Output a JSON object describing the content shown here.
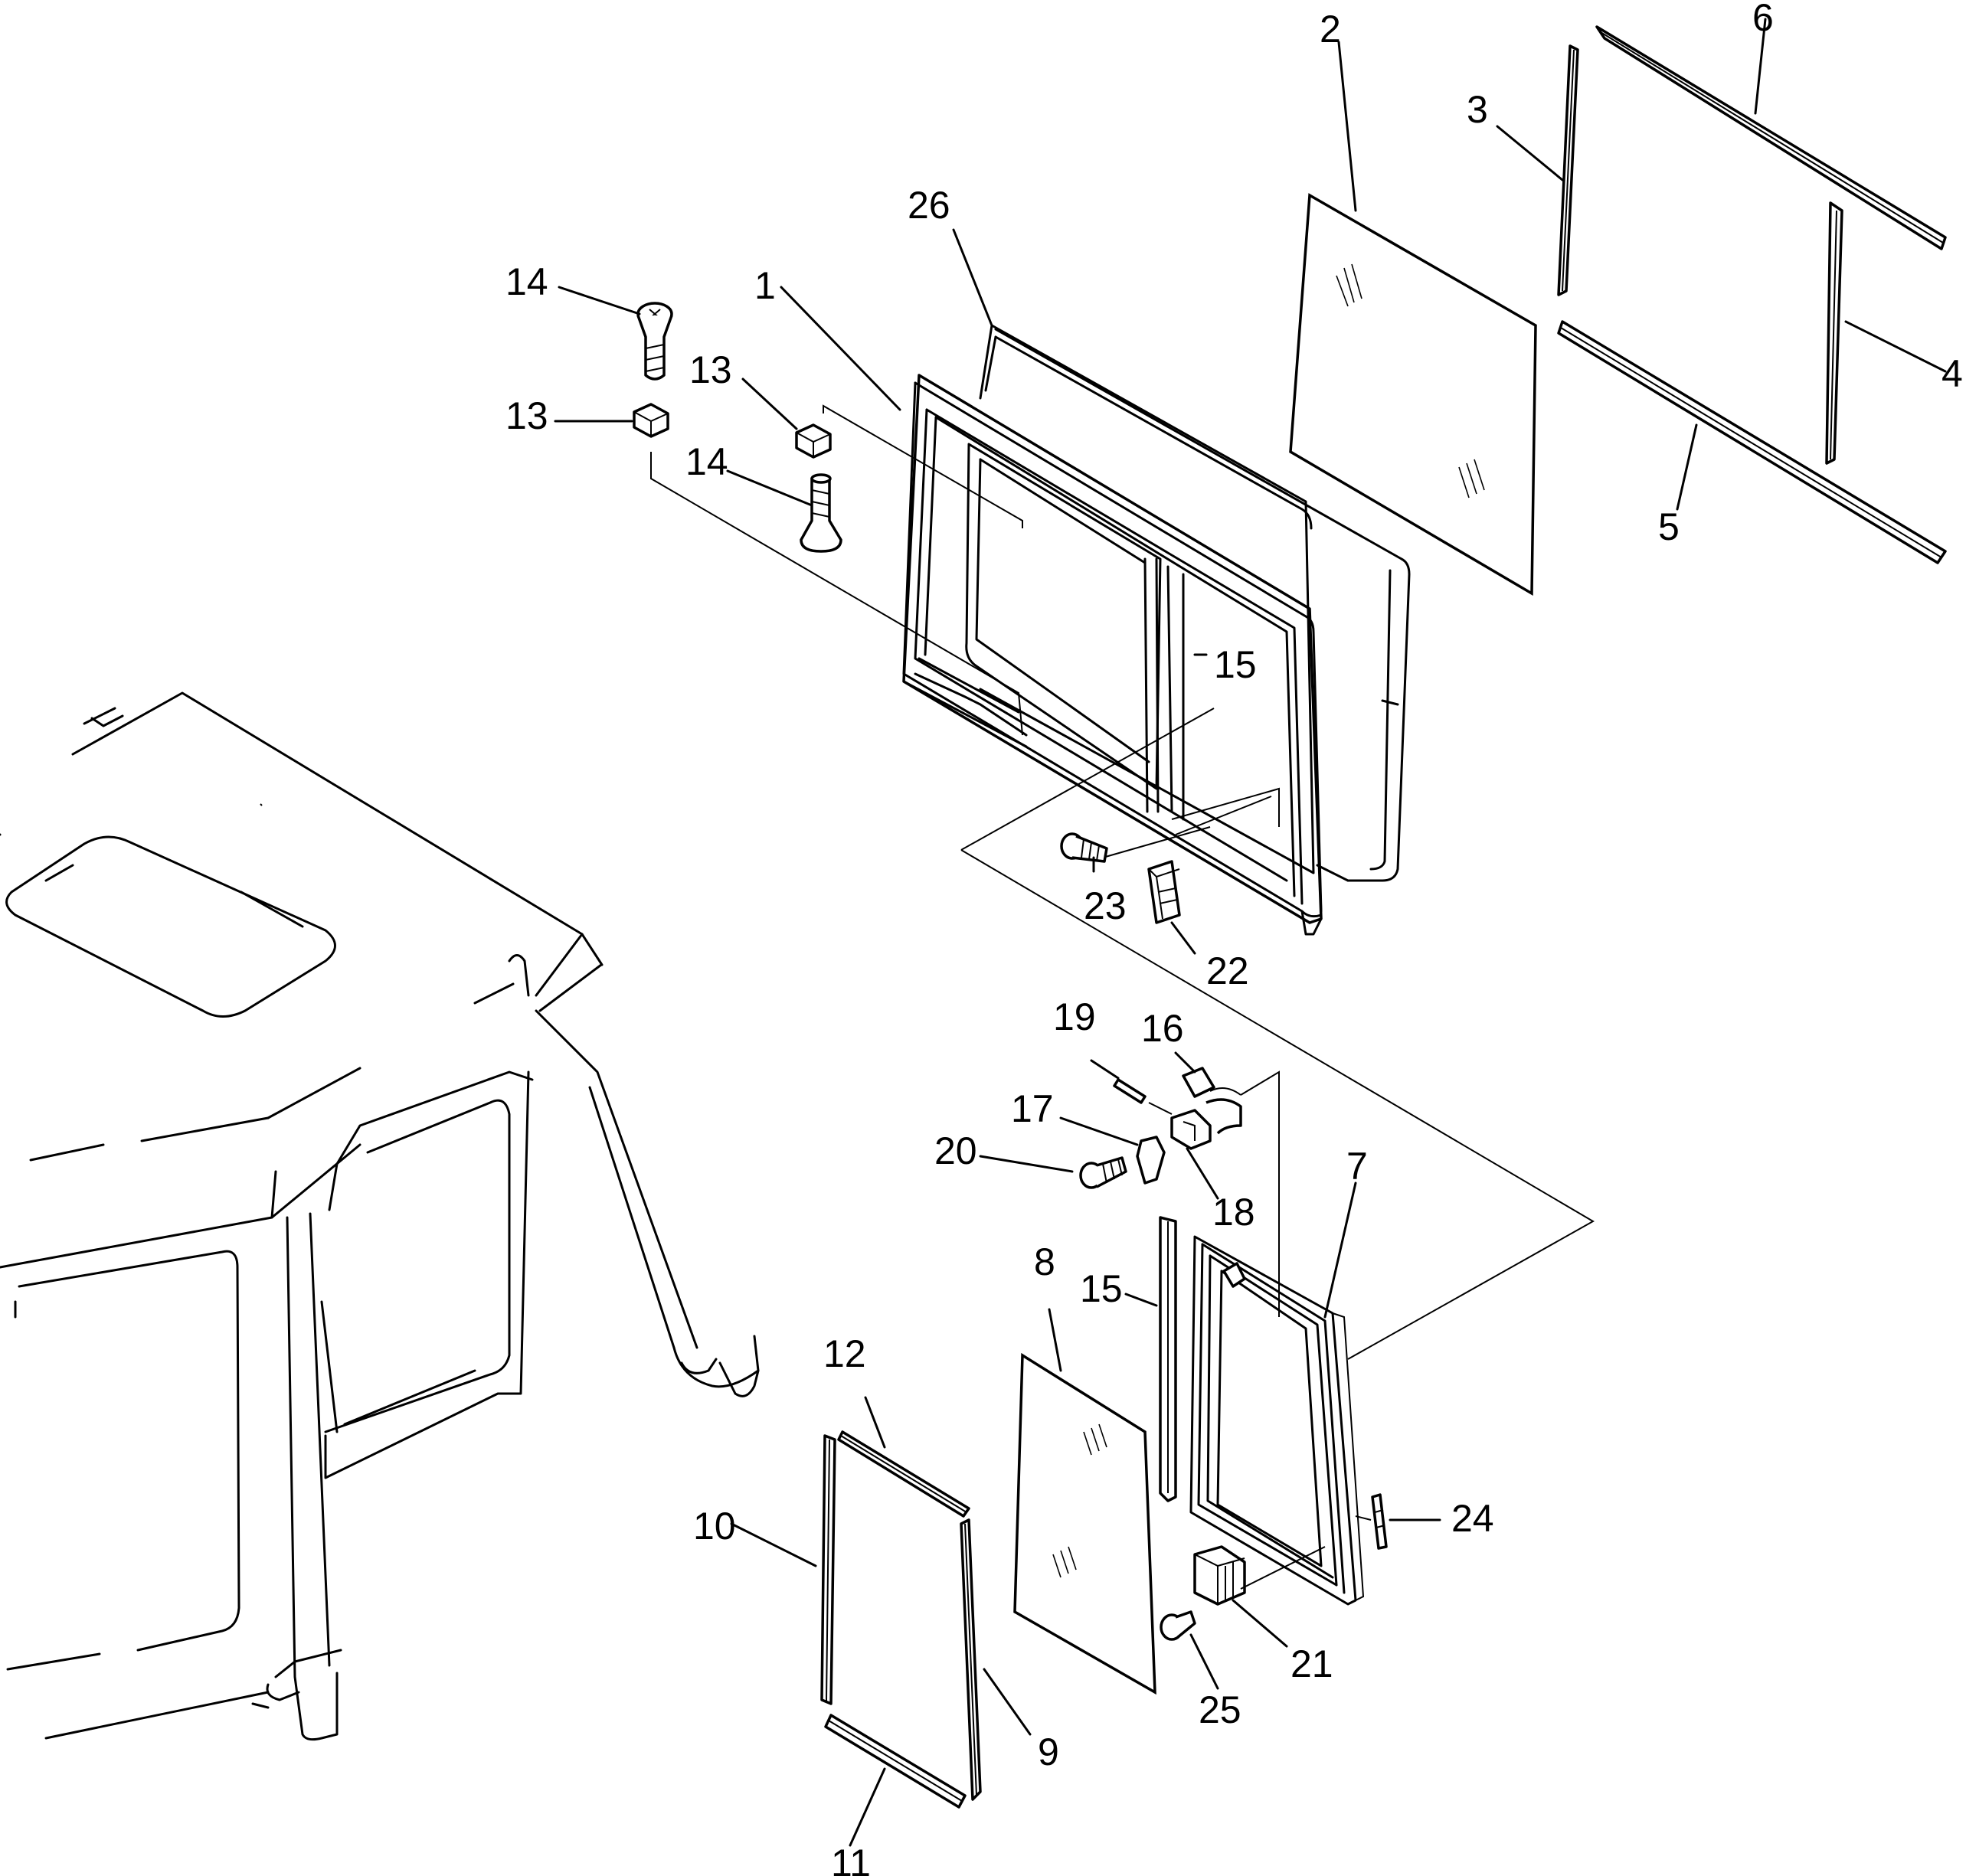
{
  "labels": [
    {
      "key": "p2",
      "text": "2"
    },
    {
      "key": "p6",
      "text": "6"
    },
    {
      "key": "p3",
      "text": "3"
    },
    {
      "key": "p26",
      "text": "26"
    },
    {
      "key": "p1",
      "text": "1"
    },
    {
      "key": "p14a",
      "text": "14"
    },
    {
      "key": "p13a",
      "text": "13"
    },
    {
      "key": "p13b",
      "text": "13"
    },
    {
      "key": "p14b",
      "text": "14"
    },
    {
      "key": "p4",
      "text": "4"
    },
    {
      "key": "p5",
      "text": "5"
    },
    {
      "key": "p15a",
      "text": "15"
    },
    {
      "key": "p23",
      "text": "23"
    },
    {
      "key": "p22",
      "text": "22"
    },
    {
      "key": "p19",
      "text": "19"
    },
    {
      "key": "p16",
      "text": "16"
    },
    {
      "key": "p17",
      "text": "17"
    },
    {
      "key": "p20",
      "text": "20"
    },
    {
      "key": "p18",
      "text": "18"
    },
    {
      "key": "p7",
      "text": "7"
    },
    {
      "key": "p8",
      "text": "8"
    },
    {
      "key": "p15b",
      "text": "15"
    },
    {
      "key": "p12",
      "text": "12"
    },
    {
      "key": "p10",
      "text": "10"
    },
    {
      "key": "p24",
      "text": "24"
    },
    {
      "key": "p21",
      "text": "21"
    },
    {
      "key": "p25",
      "text": "25"
    },
    {
      "key": "p9",
      "text": "9"
    },
    {
      "key": "p11",
      "text": "11"
    }
  ]
}
